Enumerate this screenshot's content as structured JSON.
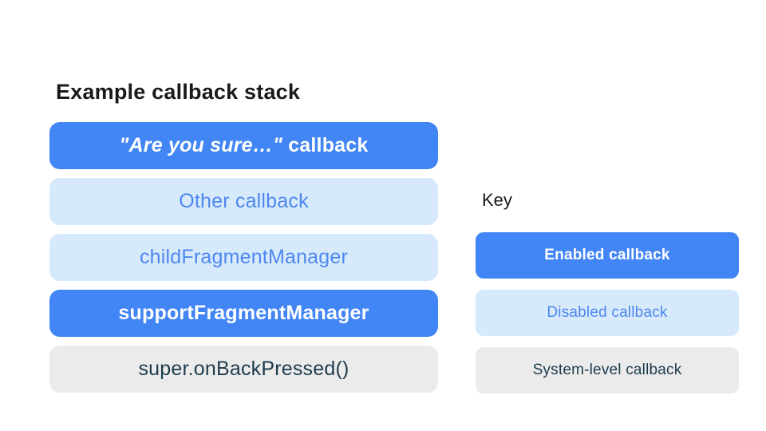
{
  "colors": {
    "page-bg": "#FFFFFF",
    "heading-text": "#1A1A1A",
    "enabled-bg": "#4285F4",
    "enabled-text": "#FFFFFF",
    "disabled-bg": "#D6EAFB",
    "disabled-text": "#4E87EF",
    "system-bg": "#EBEBEB",
    "system-text": "#1D3B4D"
  },
  "stack": {
    "title": "Example callback stack",
    "items": [
      {
        "label_quoted": "\"Are you sure…\"",
        "label_suffix": " callback",
        "type": "enabled"
      },
      {
        "label": "Other callback",
        "type": "disabled"
      },
      {
        "label": "childFragmentManager",
        "type": "disabled"
      },
      {
        "label": "supportFragmentManager",
        "type": "enabled"
      },
      {
        "label": "super.onBackPressed()",
        "type": "system"
      }
    ]
  },
  "key": {
    "title": "Key",
    "items": [
      {
        "label": "Enabled callback",
        "type": "enabled"
      },
      {
        "label": "Disabled callback",
        "type": "disabled"
      },
      {
        "label": "System-level callback",
        "type": "system"
      }
    ]
  }
}
